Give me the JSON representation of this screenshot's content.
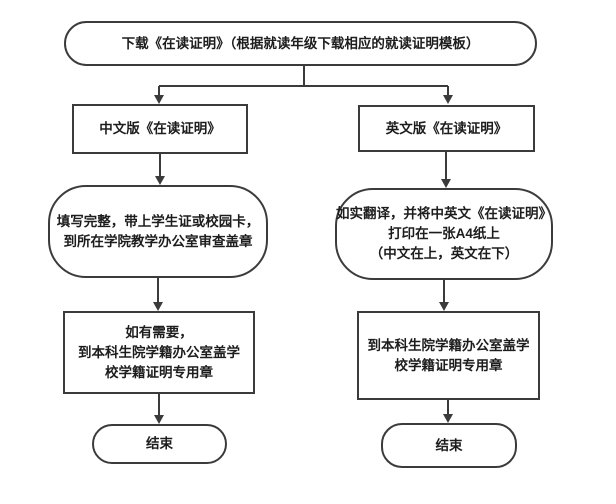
{
  "canvas": {
    "background": "#ffffff",
    "line_color": "#3b3b3b",
    "text_color": "#1d1d1d"
  },
  "nodes": {
    "start": {
      "label": "下载《在读证明》（根据就读年级下载相应的就读证明模板）"
    },
    "cn_version": {
      "label": "中文版《在读证明》"
    },
    "en_version": {
      "label": "英文版《在读证明》"
    },
    "cn_process": {
      "line1": "填写完整，带上学生证或校园卡，",
      "line2": "到所在学院教学办公室审查盖章"
    },
    "en_process": {
      "line1": "如实翻译，并将中英文《在读证明》",
      "line2": "打印在一张A4纸上",
      "line3": "（中文在上，英文在下）"
    },
    "cn_stamp": {
      "line1": "如有需要，",
      "line2": "到本科生院学籍办公室盖学",
      "line3": "校学籍证明专用章"
    },
    "en_stamp": {
      "line1": "到本科生院学籍办公室盖学",
      "line2": "校学籍证明专用章"
    },
    "cn_end": {
      "label": "结束"
    },
    "en_end": {
      "label": "结束"
    }
  }
}
